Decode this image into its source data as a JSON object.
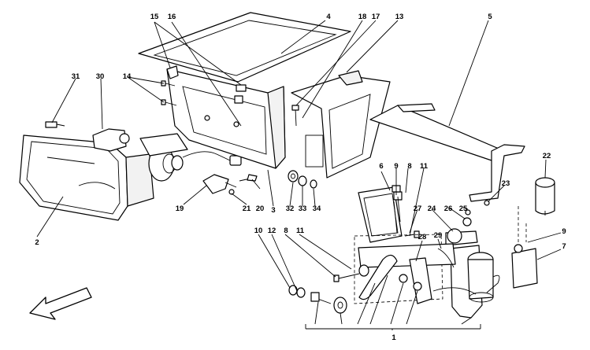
{
  "callouts": [
    {
      "id": "c1",
      "label": "1"
    },
    {
      "id": "c2",
      "label": "2"
    },
    {
      "id": "c3",
      "label": "3"
    },
    {
      "id": "c4",
      "label": "4"
    },
    {
      "id": "c5",
      "label": "5"
    },
    {
      "id": "c6",
      "label": "6"
    },
    {
      "id": "c7",
      "label": "7"
    },
    {
      "id": "c8a",
      "label": "8"
    },
    {
      "id": "c8b",
      "label": "8"
    },
    {
      "id": "c9a",
      "label": "9"
    },
    {
      "id": "c9b",
      "label": "9"
    },
    {
      "id": "c10",
      "label": "10"
    },
    {
      "id": "c11a",
      "label": "11"
    },
    {
      "id": "c11b",
      "label": "11"
    },
    {
      "id": "c12",
      "label": "12"
    },
    {
      "id": "c13",
      "label": "13"
    },
    {
      "id": "c14",
      "label": "14"
    },
    {
      "id": "c15",
      "label": "15"
    },
    {
      "id": "c16",
      "label": "16"
    },
    {
      "id": "c17",
      "label": "17"
    },
    {
      "id": "c18",
      "label": "18"
    },
    {
      "id": "c19",
      "label": "19"
    },
    {
      "id": "c20",
      "label": "20"
    },
    {
      "id": "c21",
      "label": "21"
    },
    {
      "id": "c22",
      "label": "22"
    },
    {
      "id": "c23",
      "label": "23"
    },
    {
      "id": "c24",
      "label": "24"
    },
    {
      "id": "c25",
      "label": "25"
    },
    {
      "id": "c26",
      "label": "26"
    },
    {
      "id": "c27",
      "label": "27"
    },
    {
      "id": "c28",
      "label": "28"
    },
    {
      "id": "c29",
      "label": "29"
    },
    {
      "id": "c30",
      "label": "30"
    },
    {
      "id": "c31",
      "label": "31"
    },
    {
      "id": "c32",
      "label": "32"
    },
    {
      "id": "c33",
      "label": "33"
    },
    {
      "id": "c34",
      "label": "34"
    }
  ],
  "colors": {
    "line": "#000000",
    "background": "#ffffff",
    "fill_light": "#f2f2f2"
  }
}
